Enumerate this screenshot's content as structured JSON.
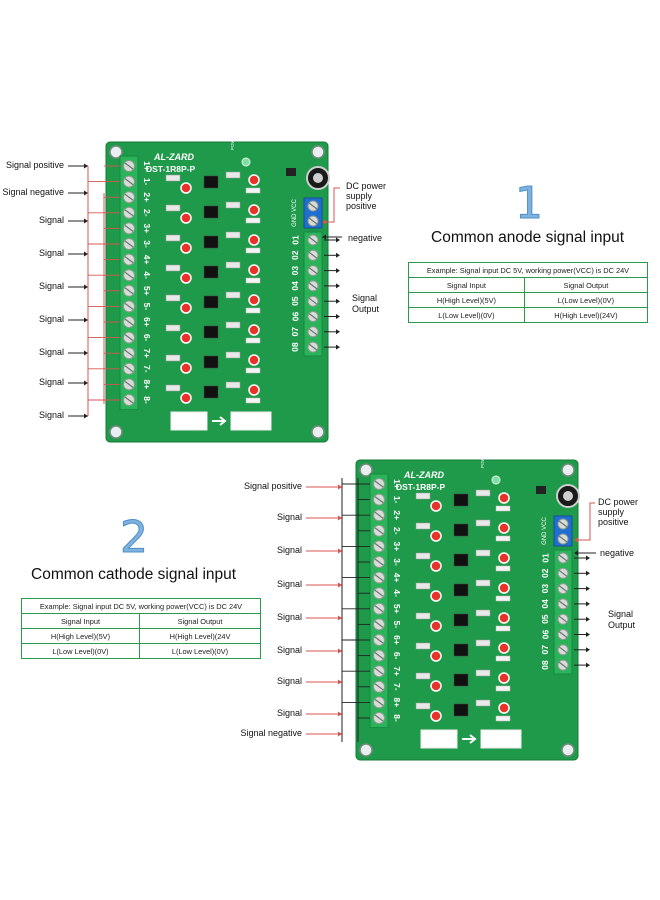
{
  "brand": "AL-ZARD",
  "model": "DST-1R8P-P",
  "power_silk": "POWER",
  "terminal_labels": [
    "1+",
    "1-",
    "2+",
    "2-",
    "3+",
    "3-",
    "4+",
    "4-",
    "5+",
    "5-",
    "6+",
    "6-",
    "7+",
    "7-",
    "8+",
    "8-"
  ],
  "output_labels": [
    "01",
    "02",
    "03",
    "04",
    "05",
    "06",
    "07",
    "08"
  ],
  "power_labels": [
    "GND",
    "VCC"
  ],
  "diagram1": {
    "number": "1",
    "heading": "Common anode signal input",
    "left_labels": [
      "Signal positive",
      "Signal negative",
      "Signal",
      "Signal",
      "Signal",
      "Signal",
      "Signal",
      "Signal",
      "Signal"
    ],
    "dc_label": [
      "DC power",
      "supply",
      "positive"
    ],
    "negative_label": "negative",
    "output_label": [
      "Signal",
      "Output"
    ],
    "table": {
      "example": "Example: Signal input DC 5V, working power(VCC) is DC 24V",
      "headers": [
        "Signal Input",
        "Signal Output"
      ],
      "rows": [
        [
          "H(High Level)(5V)",
          "L(Low Level)(0V)"
        ],
        [
          "L(Low Level)(0V)",
          "H(High Level)(24V)"
        ]
      ]
    }
  },
  "diagram2": {
    "number": "2",
    "heading": "Common cathode signal input",
    "left_labels": [
      "Signal positive",
      "Signal",
      "Signal",
      "Signal",
      "Signal",
      "Signal",
      "Signal",
      "Signal",
      "Signal negative"
    ],
    "dc_label": [
      "DC power",
      "supply",
      "positive"
    ],
    "negative_label": "negative",
    "output_label": [
      "Signal",
      "Output"
    ],
    "table": {
      "example": "Example: Signal input DC 5V, working power(VCC) is DC 24V",
      "headers": [
        "Signal Input",
        "Signal Output"
      ],
      "rows": [
        [
          "H(High Level)(5V)",
          "H(High Level)(24V"
        ],
        [
          "L(Low Level)(0V)",
          "L(Low Level)(0V)"
        ]
      ]
    }
  },
  "colors": {
    "pcb": "#1f9a4a",
    "terminal": "#2bb35a",
    "power_terminal": "#1f6fd1",
    "led": "#e8322a",
    "wire_red": "#d9534f",
    "accent_blue": "#7fb2de"
  }
}
